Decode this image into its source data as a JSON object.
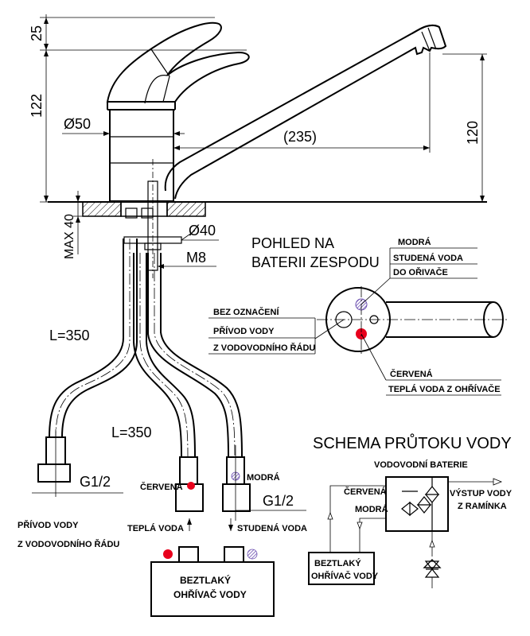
{
  "dims": {
    "d25": "25",
    "d122": "122",
    "d50": "Ø50",
    "d235": "(235)",
    "d120": "120",
    "dmax40": "MAX 40",
    "d40": "Ø40",
    "m8": "M8",
    "l350a": "L=350",
    "l350b": "L=350",
    "g12a": "G1/2",
    "g12b": "G1/2"
  },
  "bottom_view": {
    "title_line1": "POHLED NA",
    "title_line2": "BATERII ZESPODU",
    "blue_label": [
      "MODRÁ",
      "STUDENÁ VODA",
      "DO OŘIVAČE"
    ],
    "left_label": [
      "BEZ OZNAČENÍ",
      "PŘÍVOD VODY",
      "Z VODOVODNÍHO ŘÁDU"
    ],
    "red_label": [
      "ČERVENÁ",
      "TEPLÁ VODA Z OHŘÍVAČE"
    ]
  },
  "hoses": {
    "red_label": "ČERVENÁ",
    "blue_label": "MODRÁ",
    "supply_label": [
      "PŘÍVOD VODY",
      "Z VODOVODNÍHO ŘÁDU"
    ],
    "warm_label": "TEPLÁ VODA",
    "cold_label": "STUDENÁ VODA"
  },
  "heater": {
    "label_line1": "BEZTLAKÝ",
    "label_line2": "OHŘÍVAČ VODY"
  },
  "schema": {
    "title": "SCHEMA PRŮTOKU VODY",
    "subtitle": "VODOVODNÍ BATERIE",
    "red_label": "ČERVENÁ",
    "blue_label": "MODRÁ",
    "out_label": [
      "VÝSTUP VODY",
      "Z RAMÍNKA"
    ],
    "heater_label": [
      "BEZTLAKÝ",
      "OHŘÍVAČ VODY"
    ]
  },
  "colors": {
    "hot": "#e8001c",
    "cold": "#6b4fb0"
  }
}
